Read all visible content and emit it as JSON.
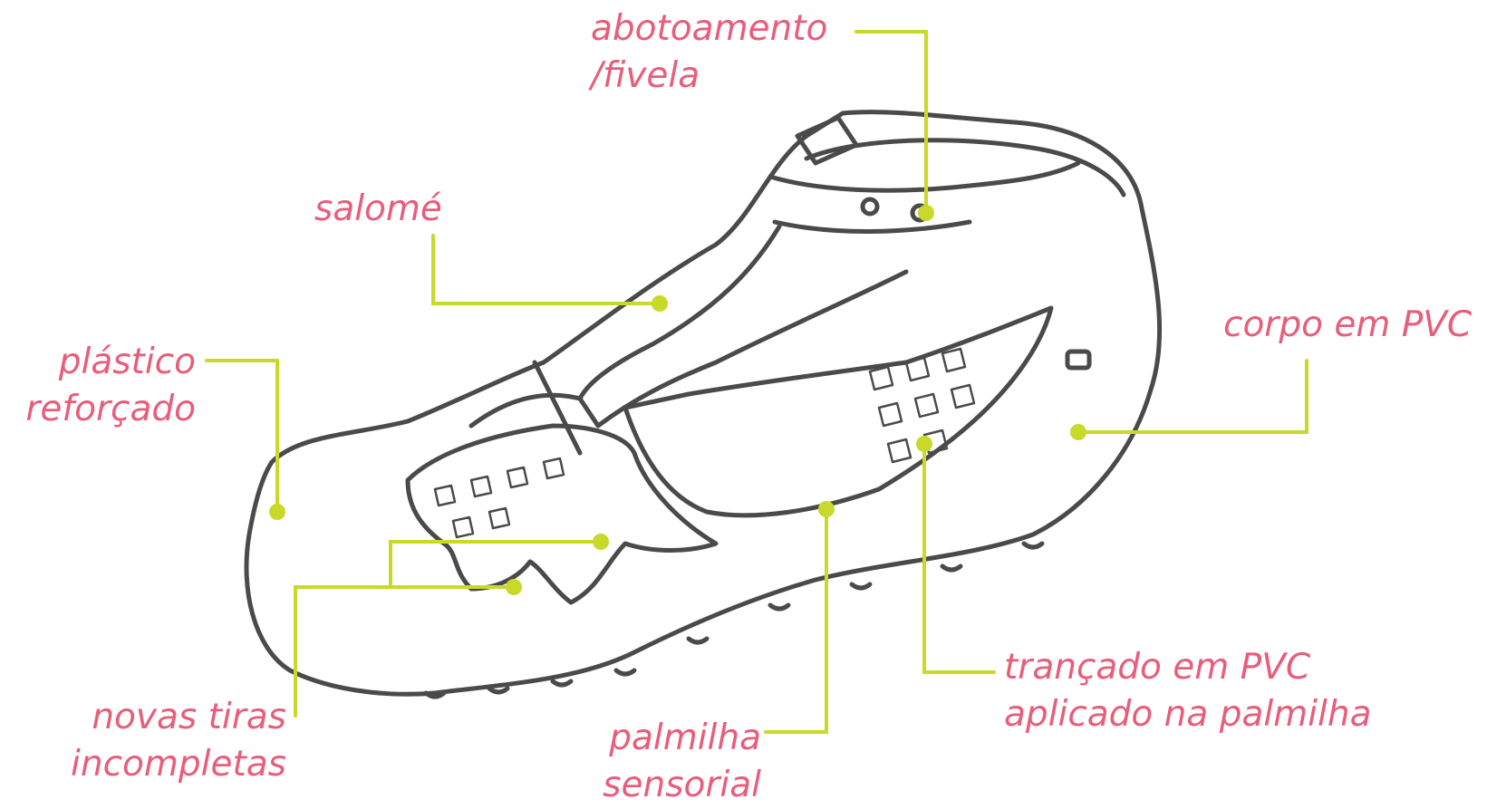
{
  "colors": {
    "label": "#e85d7a",
    "leader": "#c8d92a",
    "outline": "#4a4a4a",
    "background": "#ffffff"
  },
  "subject": "sandal-icon",
  "labels": {
    "buckle": {
      "line1": "abotoamento",
      "line2": "/fivela"
    },
    "salome": {
      "line1": "salomé"
    },
    "reinforced_plastic": {
      "line1": "plástico",
      "line2": "reforçado"
    },
    "pvc_body": {
      "line1": "corpo em PVC"
    },
    "new_straps": {
      "line1": "novas tiras",
      "line2": "incompletas"
    },
    "sensory_insole": {
      "line1": "palmilha",
      "line2": "sensorial"
    },
    "pvc_weave": {
      "line1": "trançado em PVC",
      "line2": "aplicado na palmilha"
    }
  }
}
